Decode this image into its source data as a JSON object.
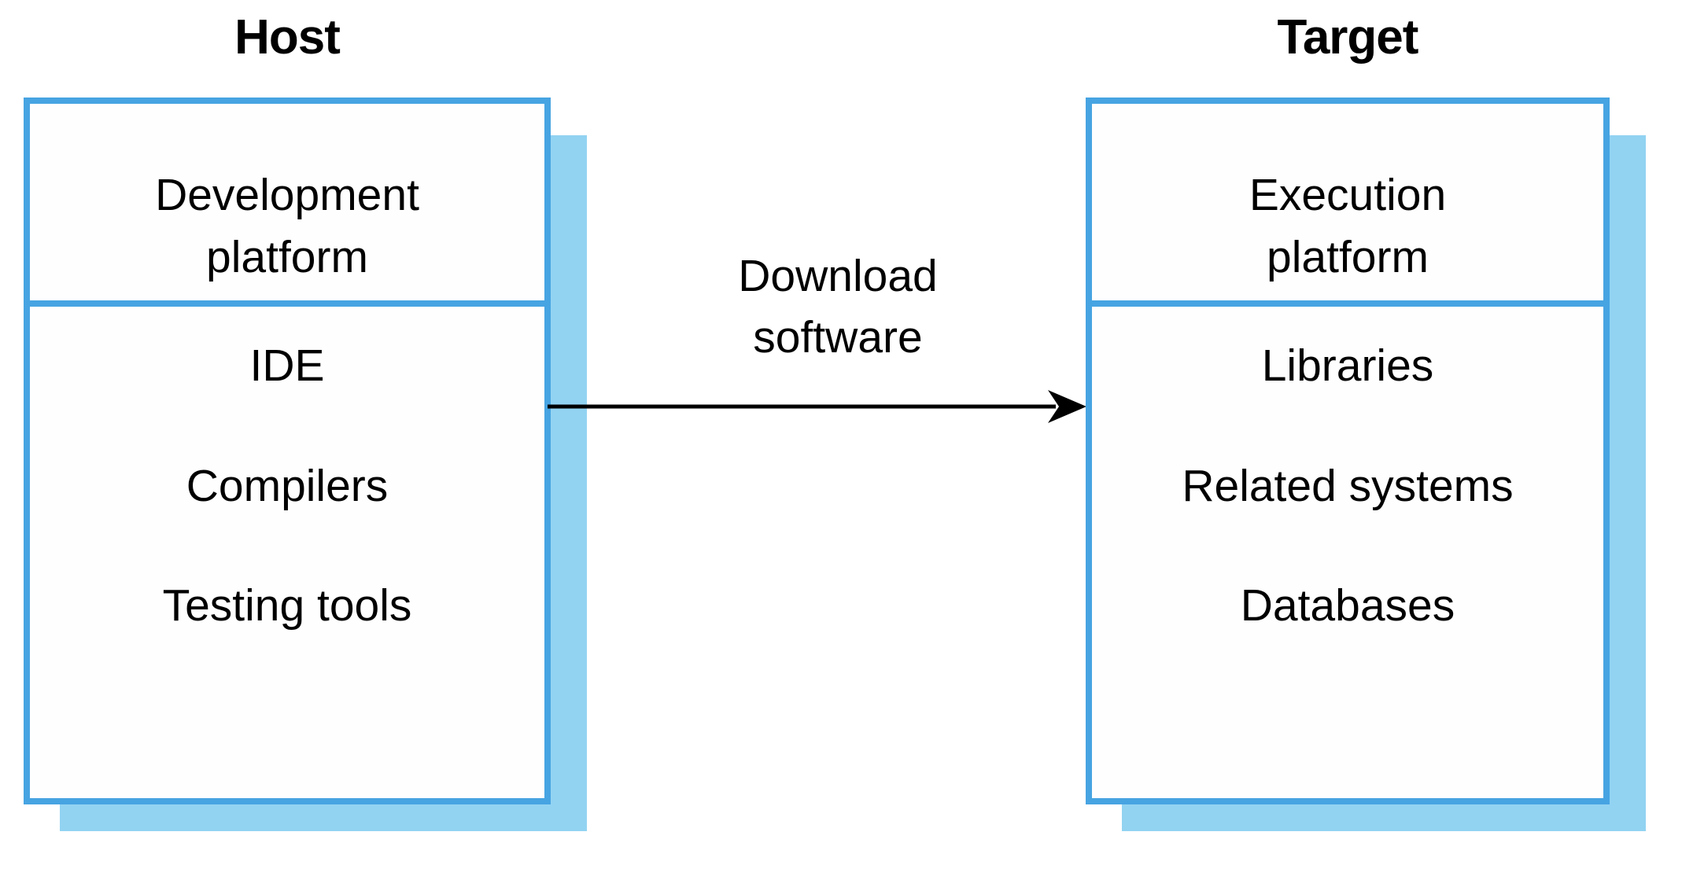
{
  "diagram": {
    "host": {
      "title": "Host",
      "header": "Development platform",
      "items": [
        "IDE",
        "Compilers",
        "Testing tools"
      ]
    },
    "target": {
      "title": "Target",
      "header": "Execution platform",
      "items": [
        "Libraries",
        "Related systems",
        "Databases"
      ]
    },
    "arrow": {
      "label": "Download software",
      "direction": "host-to-target"
    },
    "colors": {
      "box_border": "#47a4e2",
      "box_shadow": "#92d3f2",
      "arrow": "#000000",
      "text": "#000000",
      "background": "#ffffff"
    }
  }
}
